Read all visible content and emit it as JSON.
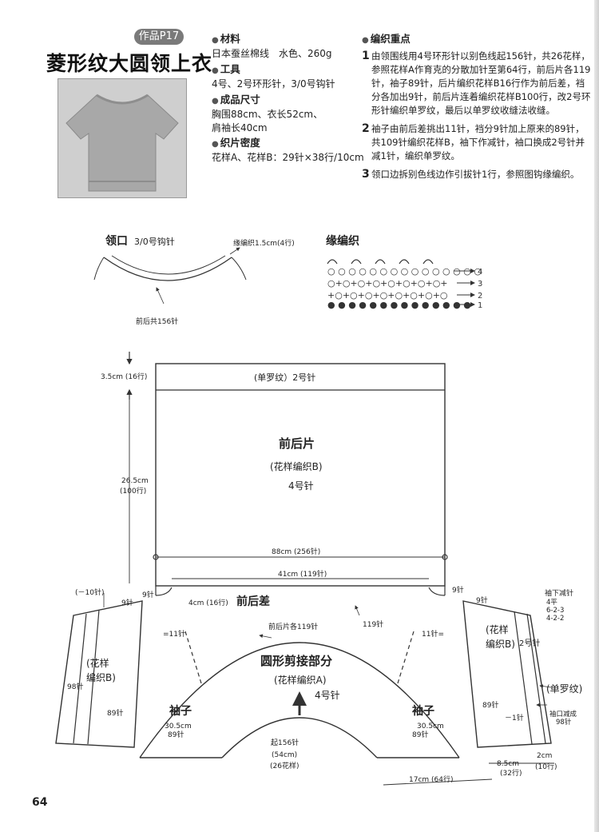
{
  "header": {
    "badge": "作品P17",
    "title": "菱形纹大圆领上衣"
  },
  "materials": {
    "heading": "材料",
    "text": "日本蚕丝棉线　水色、260g"
  },
  "tools": {
    "heading": "工具",
    "text": "4号、2号环形针，3/0号钩针"
  },
  "size": {
    "heading": "成品尺寸",
    "line1": "胸围88cm、衣长52cm、",
    "line2": "肩袖长40cm"
  },
  "gauge": {
    "heading": "织片密度",
    "text": "花样A、花样B：29针×38行/10cm"
  },
  "steps": {
    "heading": "编织重点",
    "items": [
      {
        "n": "1",
        "text": "由领围线用4号环形针以别色线起156针，共26花样，参照花样A作育克的分散加针至第64行，前后片各119针，袖子89针，后片编织花样B16行作为前后差，裆分各加出9针，前后片连着编织花样B100行，改2号环形针编织单罗纹，最后以单罗纹收缝法收缝。"
      },
      {
        "n": "2",
        "text": "袖子由前后差挑出11针，裆分9针加上原来的89针，共109针编织花样B，袖下作减针，袖口换成2号针并减1针，编织单罗纹。"
      },
      {
        "n": "3",
        "text": "领口边拆别色线边作引拔针1行，参照图钩缘编织。"
      }
    ]
  },
  "diagram": {
    "collar_title": "领口",
    "collar_needle": "3/0号钩针",
    "collar_edge_note": "缘编织1.5cm(4行)",
    "collar_total": "前后共156针",
    "edging_title": "缘编织",
    "edging_rows": [
      "4",
      "3",
      "2",
      "1"
    ],
    "body_rib_height": "3.5cm (16行)",
    "body_rib_label": "(单罗纹）2号针",
    "body_title": "前后片",
    "body_pattern": "(花样编织B)",
    "body_needle": "4号针",
    "body_height": "26.5cm",
    "body_rows": "(100行)",
    "body_width": "88cm (256针)",
    "body_half_width": "41cm (119针)",
    "gusset_left": "9针",
    "gusset_right": "9针",
    "diff_height": "4cm (16行)",
    "diff_title": "前后差",
    "pickup_left": "=11针",
    "pickup_right": "11针=",
    "yoke_front_back": "前后片各119针",
    "yoke_119": "119针",
    "yoke_title": "圆形剪接部分",
    "yoke_pattern": "(花样编织A)",
    "yoke_needle": "4号针",
    "sleeve_title": "袖子",
    "sleeve_len": "30.5cm",
    "sleeve_sts": "89针",
    "cast_on": "起156针",
    "cast_on_cm": "(54cm)",
    "cast_on_rep": "(26花样)",
    "neck_width": "17cm (64行)",
    "left_sleeve_top": "(－10针)",
    "left_sleeve_gusset": "9针",
    "left_sleeve_pattern1": "(花样",
    "left_sleeve_pattern2": "编织B)",
    "left_sleeve_98": "98针",
    "left_sleeve_89": "89针",
    "right_sleeve_gusset": "9针",
    "right_sleeve_dec_title": "袖下减针",
    "right_sleeve_dec1": "4平",
    "right_sleeve_dec2": "6-2-3",
    "right_sleeve_dec3": "4-2-2",
    "right_sleeve_pattern1": "(花样",
    "right_sleeve_pattern2": "编织B)",
    "right_sleeve_needle": "2号针",
    "right_sleeve_rib": "(单罗纹)",
    "right_sleeve_89": "89针",
    "right_sleeve_minus1": "－1针",
    "right_sleeve_cuff_dec": "袖口减成",
    "right_sleeve_cuff_98": "98针",
    "right_sleeve_w1": "8.5cm",
    "right_sleeve_w1_rows": "(32行)",
    "right_sleeve_w2": "2cm",
    "right_sleeve_w2_rows": "(10行)"
  },
  "page_number": "64"
}
